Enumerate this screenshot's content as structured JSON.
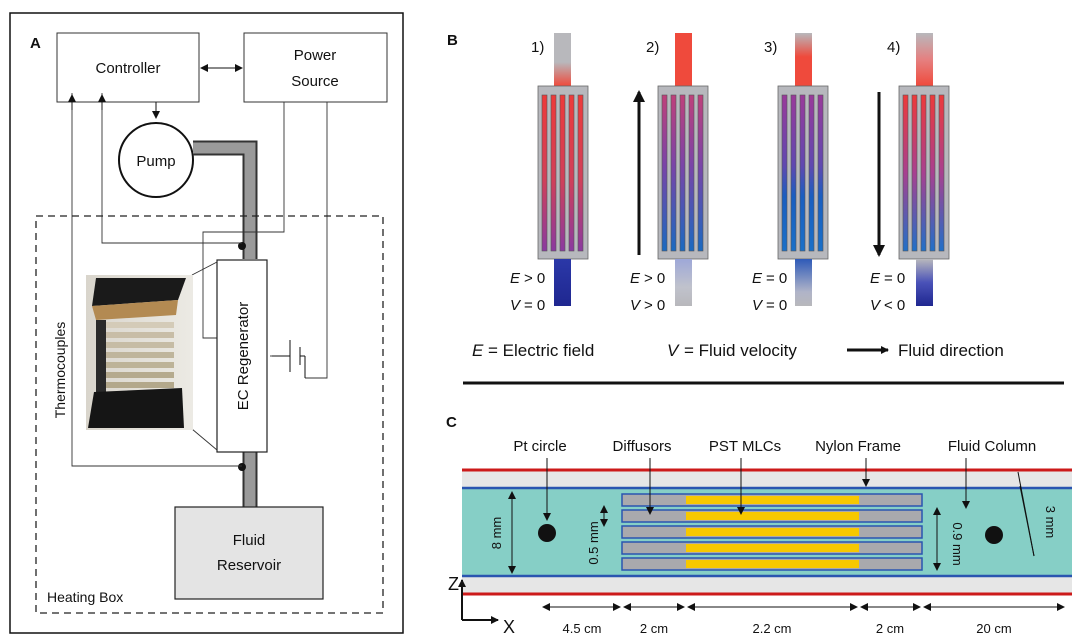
{
  "panel_a": {
    "letter": "A",
    "controller": "Controller",
    "power_source": [
      "Power",
      "Source"
    ],
    "pump": "Pump",
    "regenerator": "EC Regenerator",
    "thermocouples": "Thermocouples",
    "reservoir": [
      "Fluid",
      "Reservoir"
    ],
    "heating_box": "Heating Box"
  },
  "panel_b": {
    "letter": "B",
    "stages": [
      {
        "num": "1)",
        "e_rel": "> 0",
        "v_rel": "= 0"
      },
      {
        "num": "2)",
        "e_rel": "> 0",
        "v_rel": "> 0"
      },
      {
        "num": "3)",
        "e_rel": "= 0",
        "v_rel": "= 0"
      },
      {
        "num": "4)",
        "e_rel": "= 0",
        "v_rel": "< 0"
      }
    ],
    "e_symbol": "E",
    "v_symbol": "V",
    "legend_e": "= Electric field",
    "legend_v": "= Fluid velocity",
    "legend_dir": "Fluid direction"
  },
  "panel_c": {
    "letter": "C",
    "labels": {
      "pt_circle": "Pt circle",
      "diffusors": "Diffusors",
      "pst_mlcs": "PST MLCs",
      "nylon_frame": "Nylon Frame",
      "fluid_column": "Fluid Column"
    },
    "dims": {
      "height_8": "8 mm",
      "gap_05": "0.5 mm",
      "gap_09": "0.9 mm",
      "wall_3": "3 mm"
    },
    "segments": [
      "4.5 cm",
      "2 cm",
      "2.2 cm",
      "2 cm",
      "20 cm"
    ],
    "axis_z": "Z",
    "axis_x": "X"
  },
  "colors": {
    "hot": "#e8403a",
    "cold": "#1f2d9c",
    "teal": "#86cfc6",
    "red_line": "#cc1a1a",
    "blue_line": "#2a55b0",
    "yellow": "#f7c800",
    "gray": "#a9a9ad"
  }
}
